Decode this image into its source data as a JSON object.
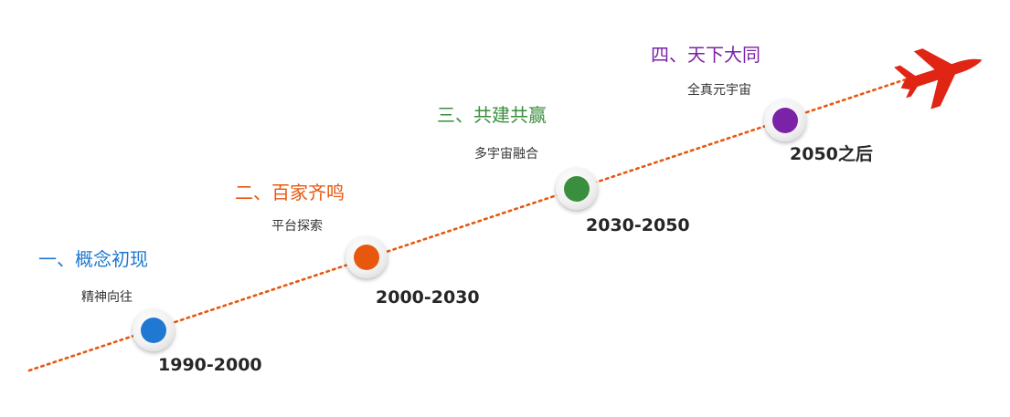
{
  "stages": [
    {
      "title": "一、概念初现",
      "subtitle": "精神向往",
      "date": "1990-2000",
      "color": "#1f78d1"
    },
    {
      "title": "二、百家齐鸣",
      "subtitle": "平台探索",
      "date": "2000-2030",
      "color": "#e8570e"
    },
    {
      "title": "三、共建共赢",
      "subtitle": "多宇宙融合",
      "date": "2030-2050",
      "color": "#3a8f3e"
    },
    {
      "title": "四、天下大同",
      "subtitle": "全真元宇宙",
      "date": "2050之后",
      "color": "#7a22a8"
    }
  ],
  "line_color": "#e8570e",
  "plane_color": "#e02515",
  "plane_icon": "airplane-icon"
}
